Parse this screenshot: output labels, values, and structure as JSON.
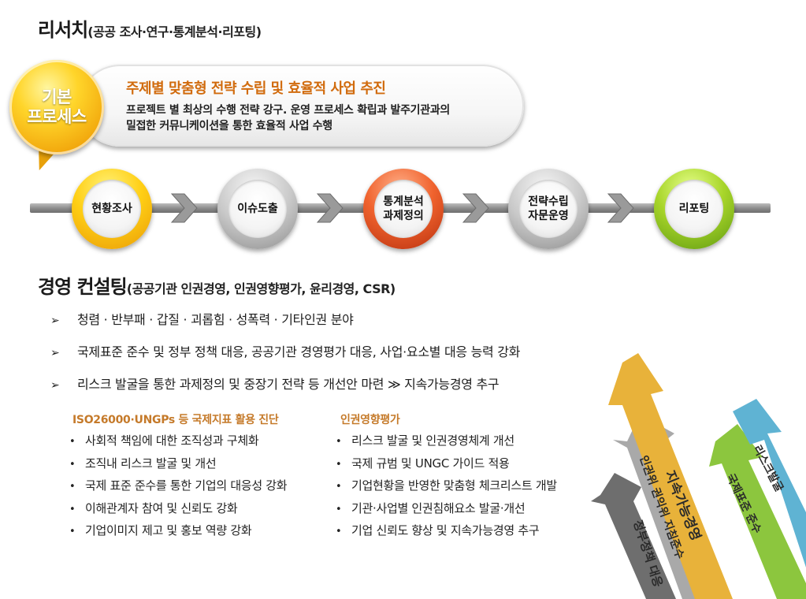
{
  "research": {
    "title_main": "리서치",
    "title_sub": "(공공 조사·연구·통계분석·리포팅)"
  },
  "process": {
    "bubble_line1": "기본",
    "bubble_line2": "프로세스",
    "heading": "주제별 맞춤형 전략 수립 및 효율적 사업 추진",
    "desc_line1": "프로젝트 별 최상의 수행 전략 강구. 운영 프로세스 확립과 발주기관과의",
    "desc_line2": "밀접한 커뮤니케이션을 통한 효율적 사업 수행",
    "steps": [
      {
        "line1": "현황조사",
        "line2": ""
      },
      {
        "line1": "이슈도출",
        "line2": ""
      },
      {
        "line1": "통계분석",
        "line2": "과제정의"
      },
      {
        "line1": "전략수립",
        "line2": "자문운영"
      },
      {
        "line1": "리포팅",
        "line2": ""
      }
    ]
  },
  "consulting": {
    "title_main": "경영 컨설팅",
    "title_sub": "(공공기관 인권경영, 인권영향평가, 윤리경영, CSR)",
    "marker": "➢",
    "items": [
      "청렴 · 반부패 · 갑질 · 괴롭힘 · 성폭력 · 기타인권 분야",
      "국제표준 준수 및 정부 정책 대응, 공공기관 경영평가 대응, 사업·요소별 대응 능력 강화",
      "리스크 발굴을 통한 과제정의 및 중장기 전략 등 개선안 마련 ≫ 지속가능경영 추구"
    ],
    "bullet": "•",
    "left_head": "ISO26000·UNGPs 등 국제지표 활용 진단",
    "left_items": [
      "사회적 책임에 대한 조직성과 구체화",
      "조직내 리스크 발굴 및 개선",
      "국제 표준 준수를 통한 기업의 대응성 강화",
      "이해관계자 참여 및 신뢰도 강화",
      "기업이미지 제고 및 홍보 역량 강화"
    ],
    "right_head": "인권영향평가",
    "right_items": [
      "리스크 발굴 및 인권경영체계 개선",
      "국제 규범 및 UNGC 가이드 적용",
      "기업현황을 반영한 맞춤형 체크리스트 개발",
      "기관·사업별 인권침해요소 발굴·개선",
      "기업 신뢰도 향상 및 지속가능경영 추구"
    ]
  },
  "arrows": {
    "labels": [
      "정부정책 대응",
      "인권위 권익위 지침준수",
      "지속가능경영",
      "국제표준 준수",
      "리스크발굴"
    ],
    "colors": [
      "#6e6e6e",
      "#a9a9a9",
      "#e8b23a",
      "#8cc63e",
      "#5fb3d3"
    ]
  }
}
